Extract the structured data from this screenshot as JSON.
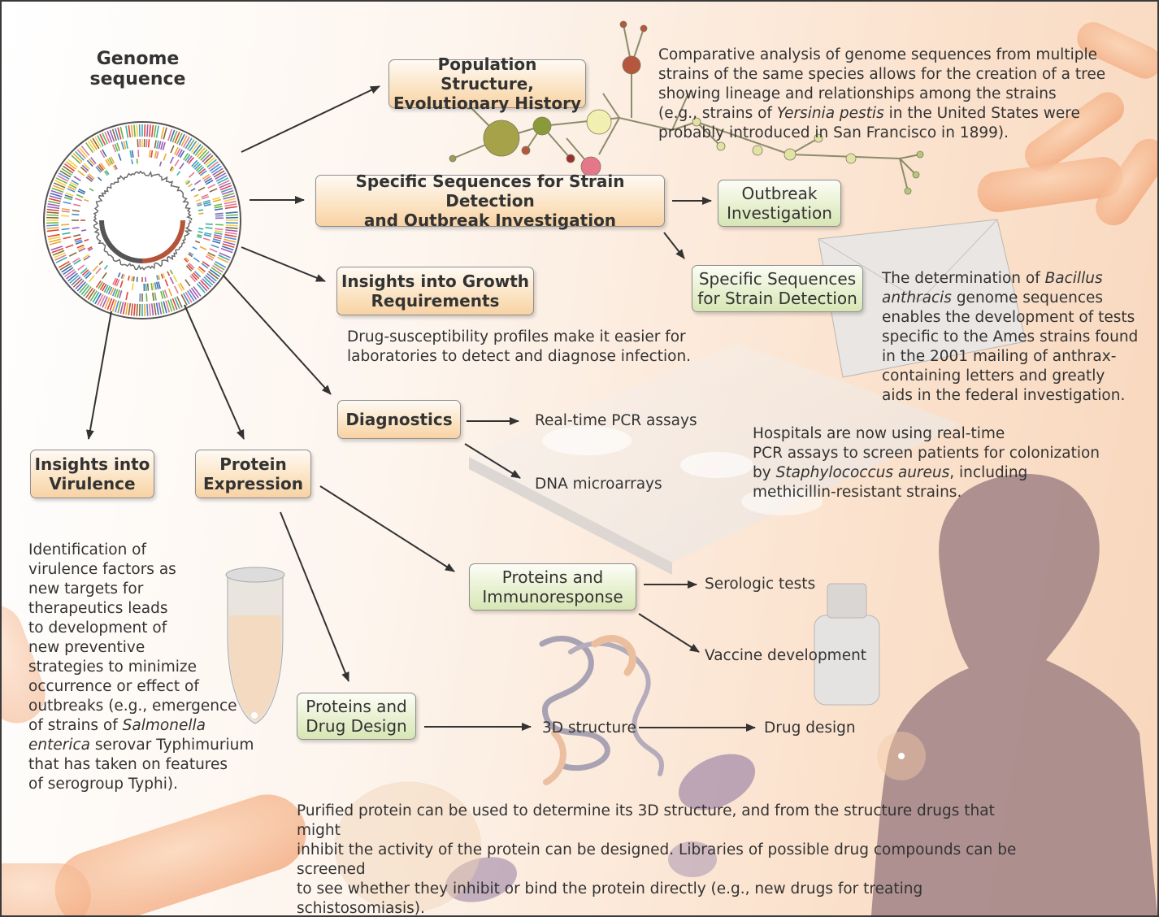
{
  "genome_title": "Genome\nsequence",
  "boxes": {
    "population": "Population Structure,\nEvolutionary History",
    "specific_outbreak": "Specific Sequences for Strain Detection\nand Outbreak Investigation",
    "outbreak": "Outbreak\nInvestigation",
    "strain_detection": "Specific Sequences\nfor Strain Detection",
    "growth": "Insights into Growth\nRequirements",
    "diagnostics": "Diagnostics",
    "virulence": "Insights into\nVirulence",
    "protein_expression": "Protein\nExpression",
    "immuno": "Proteins and\nImmunoresponse",
    "drug_design_box": "Proteins and\nDrug Design"
  },
  "labels": {
    "pcr": "Real-time PCR assays",
    "microarrays": "DNA microarrays",
    "serologic": "Serologic tests",
    "vaccine": "Vaccine development",
    "structure": "3D structure",
    "drug_design": "Drug design"
  },
  "texts": {
    "population": [
      "Comparative analysis of genome sequences from multiple",
      "strains of the same species allows for the creation of a tree",
      "showing lineage and relationships among the strains",
      "(e.g., strains of ",
      "Yersinia pestis",
      " in the United States were",
      "probably introduced in San Francisco in 1899)."
    ],
    "growth": [
      "Drug-susceptibility profiles make it easier for",
      "laboratories to detect and diagnose infection."
    ],
    "anthracis": [
      "The determination of ",
      "Bacillus",
      "anthracis",
      " genome sequences",
      "enables the development of tests",
      "specific to the Ames strains found",
      "in the 2001 mailing of anthrax-",
      "containing letters and greatly",
      "aids in the federal investigation."
    ],
    "hospitals": [
      "Hospitals are now using real-time",
      "PCR assays to screen patients for colonization",
      "by ",
      "Staphylococcus aureus",
      ", including",
      "methicillin-resistant strains."
    ],
    "virulence": [
      "Identification of",
      "virulence factors as",
      "new targets for",
      "therapeutics leads",
      "to development of",
      "new preventive",
      "strategies to minimize",
      "occurrence or effect of",
      "outbreaks (e.g., emergence",
      "of strains of ",
      "Salmonella",
      "enterica",
      " serovar Typhimurium",
      "that has taken on features",
      "of serogroup Typhi)."
    ],
    "purified": [
      "Purified protein can be used to determine its 3D structure, and from the structure drugs that might",
      "inhibit the activity of the protein can be designed. Libraries of possible drug compounds can be screened",
      "to see whether they inhibit or bind the protein directly (e.g., new drugs for treating schistosomiasis)."
    ]
  },
  "colors": {
    "orange_box": "#f8d2a4",
    "green_box": "#d7e6b4",
    "arrow": "#333333",
    "silhouette": "#a6898a"
  }
}
